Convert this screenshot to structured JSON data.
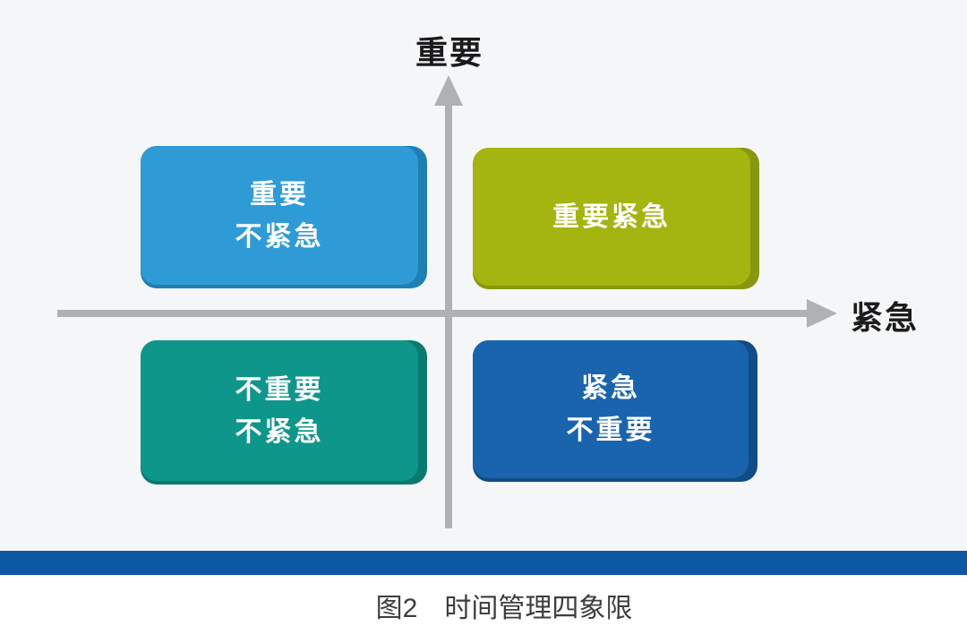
{
  "axes": {
    "y_label": "重要",
    "x_label": "紧急",
    "line_color": "#b0b1b3"
  },
  "quadrants": {
    "top_left": {
      "lines": [
        "重要",
        "不紧急"
      ],
      "color": "#2e9bd6",
      "edge_color": "#1f7fb2",
      "text_color": "#ffffff"
    },
    "top_right": {
      "lines": [
        "重要紧急"
      ],
      "color": "#a4b410",
      "edge_color": "#879710",
      "text_color": "#ffffff"
    },
    "bottom_left": {
      "lines": [
        "不重要",
        "不紧急"
      ],
      "color": "#0f968a",
      "edge_color": "#0a7a70",
      "text_color": "#ffffff"
    },
    "bottom_right": {
      "lines": [
        "紧急",
        "不重要"
      ],
      "color": "#1a64ae",
      "edge_color": "#114c86",
      "text_color": "#ffffff"
    }
  },
  "divider": {
    "bar_color": "#0e59a5"
  },
  "caption": {
    "figure_label": "图2",
    "title": "时间管理四象限"
  }
}
